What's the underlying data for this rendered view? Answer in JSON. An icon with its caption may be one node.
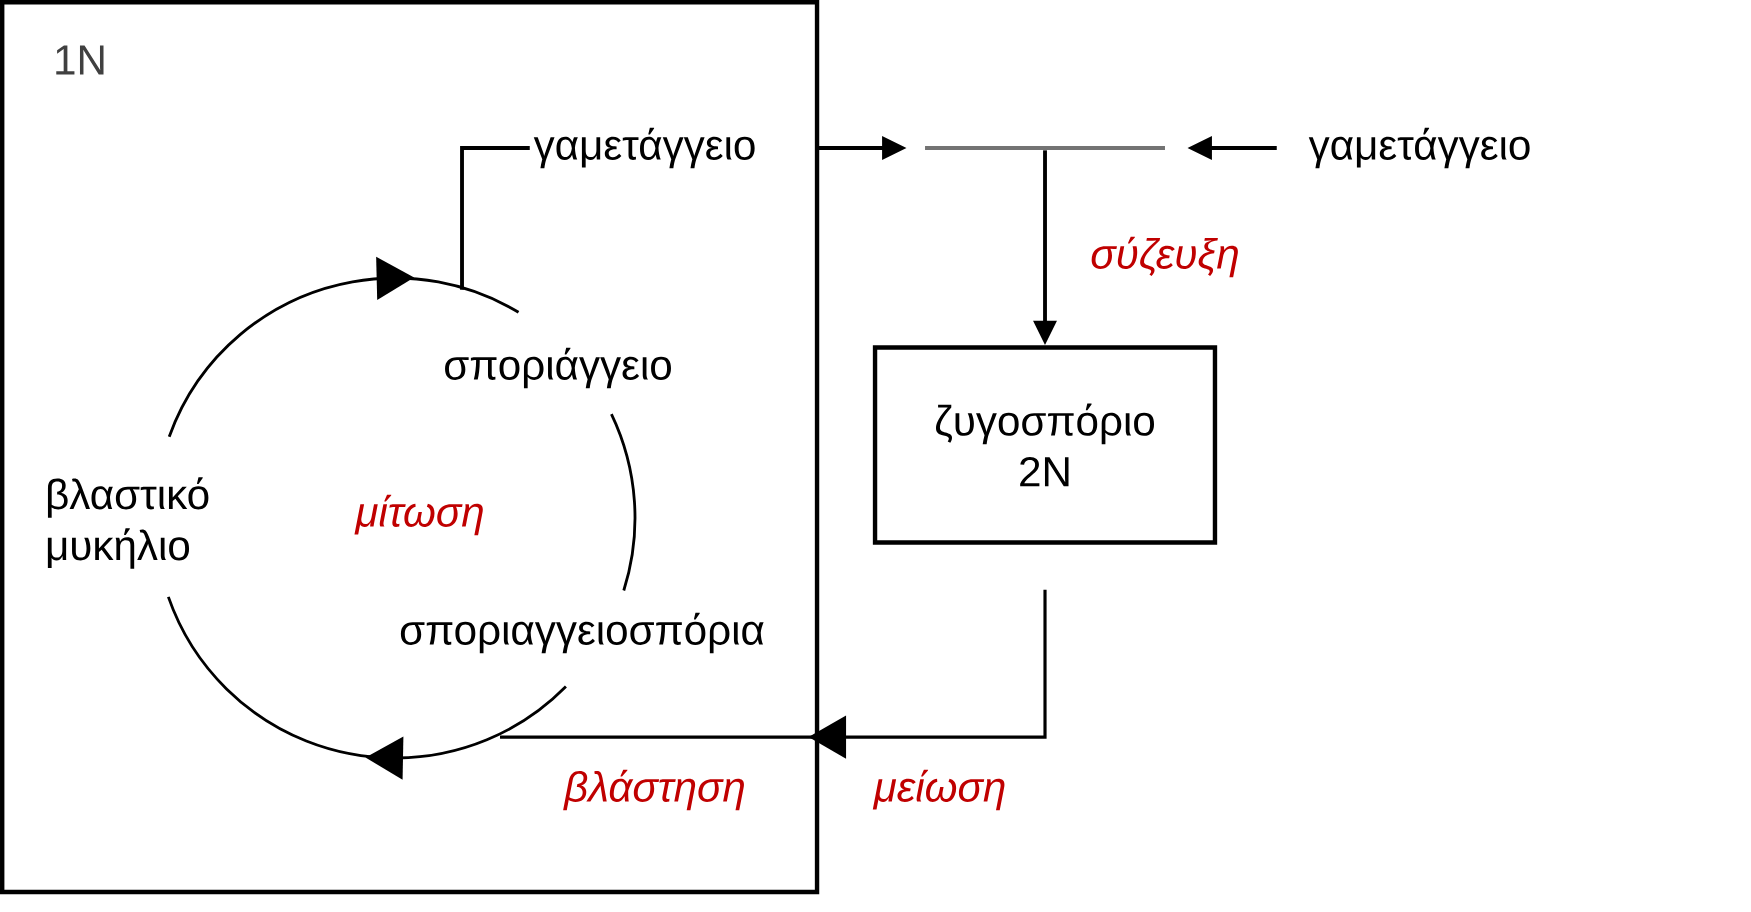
{
  "diagram": {
    "nodes": [
      {
        "text": [
          "1N"
        ]
      },
      {
        "text": [
          "γαμετάγγειο"
        ],
        "in": 0
      },
      {
        "text": [
          "σποριάγγειο"
        ],
        "in": 0
      },
      {
        "text": [
          "βλαστικό μυκήλιο"
        ],
        "in": 0
      },
      {
        "text": [
          "σποριαγγειοσπόρια"
        ],
        "in": 0
      },
      {
        "text": [],
        "shape": "bar"
      },
      {
        "text": [
          "γαμετάγγειο"
        ]
      },
      {
        "text": [
          "ζυγοσπόριο 2N"
        ]
      }
    ],
    "edges": [
      {
        "from": 3,
        "to": 2,
        "arrow": "to"
      },
      {
        "from": 2,
        "to": 4,
        "arrow": "none"
      },
      {
        "from": 4,
        "to": 3,
        "arrow": "to",
        "label": "βλάστηση"
      },
      {
        "from": 2,
        "to": 1,
        "arrow": "none"
      },
      {
        "from": 1,
        "to": 5,
        "arrow": "to"
      },
      {
        "from": 6,
        "to": 5,
        "arrow": "to"
      },
      {
        "from": 5,
        "to": 7,
        "arrow": "to",
        "label": "σύζευξη"
      },
      {
        "from": 7,
        "to": 4,
        "arrow": "to",
        "label": "μείωση"
      }
    ],
    "labels": [
      "μίτωση"
    ]
  }
}
